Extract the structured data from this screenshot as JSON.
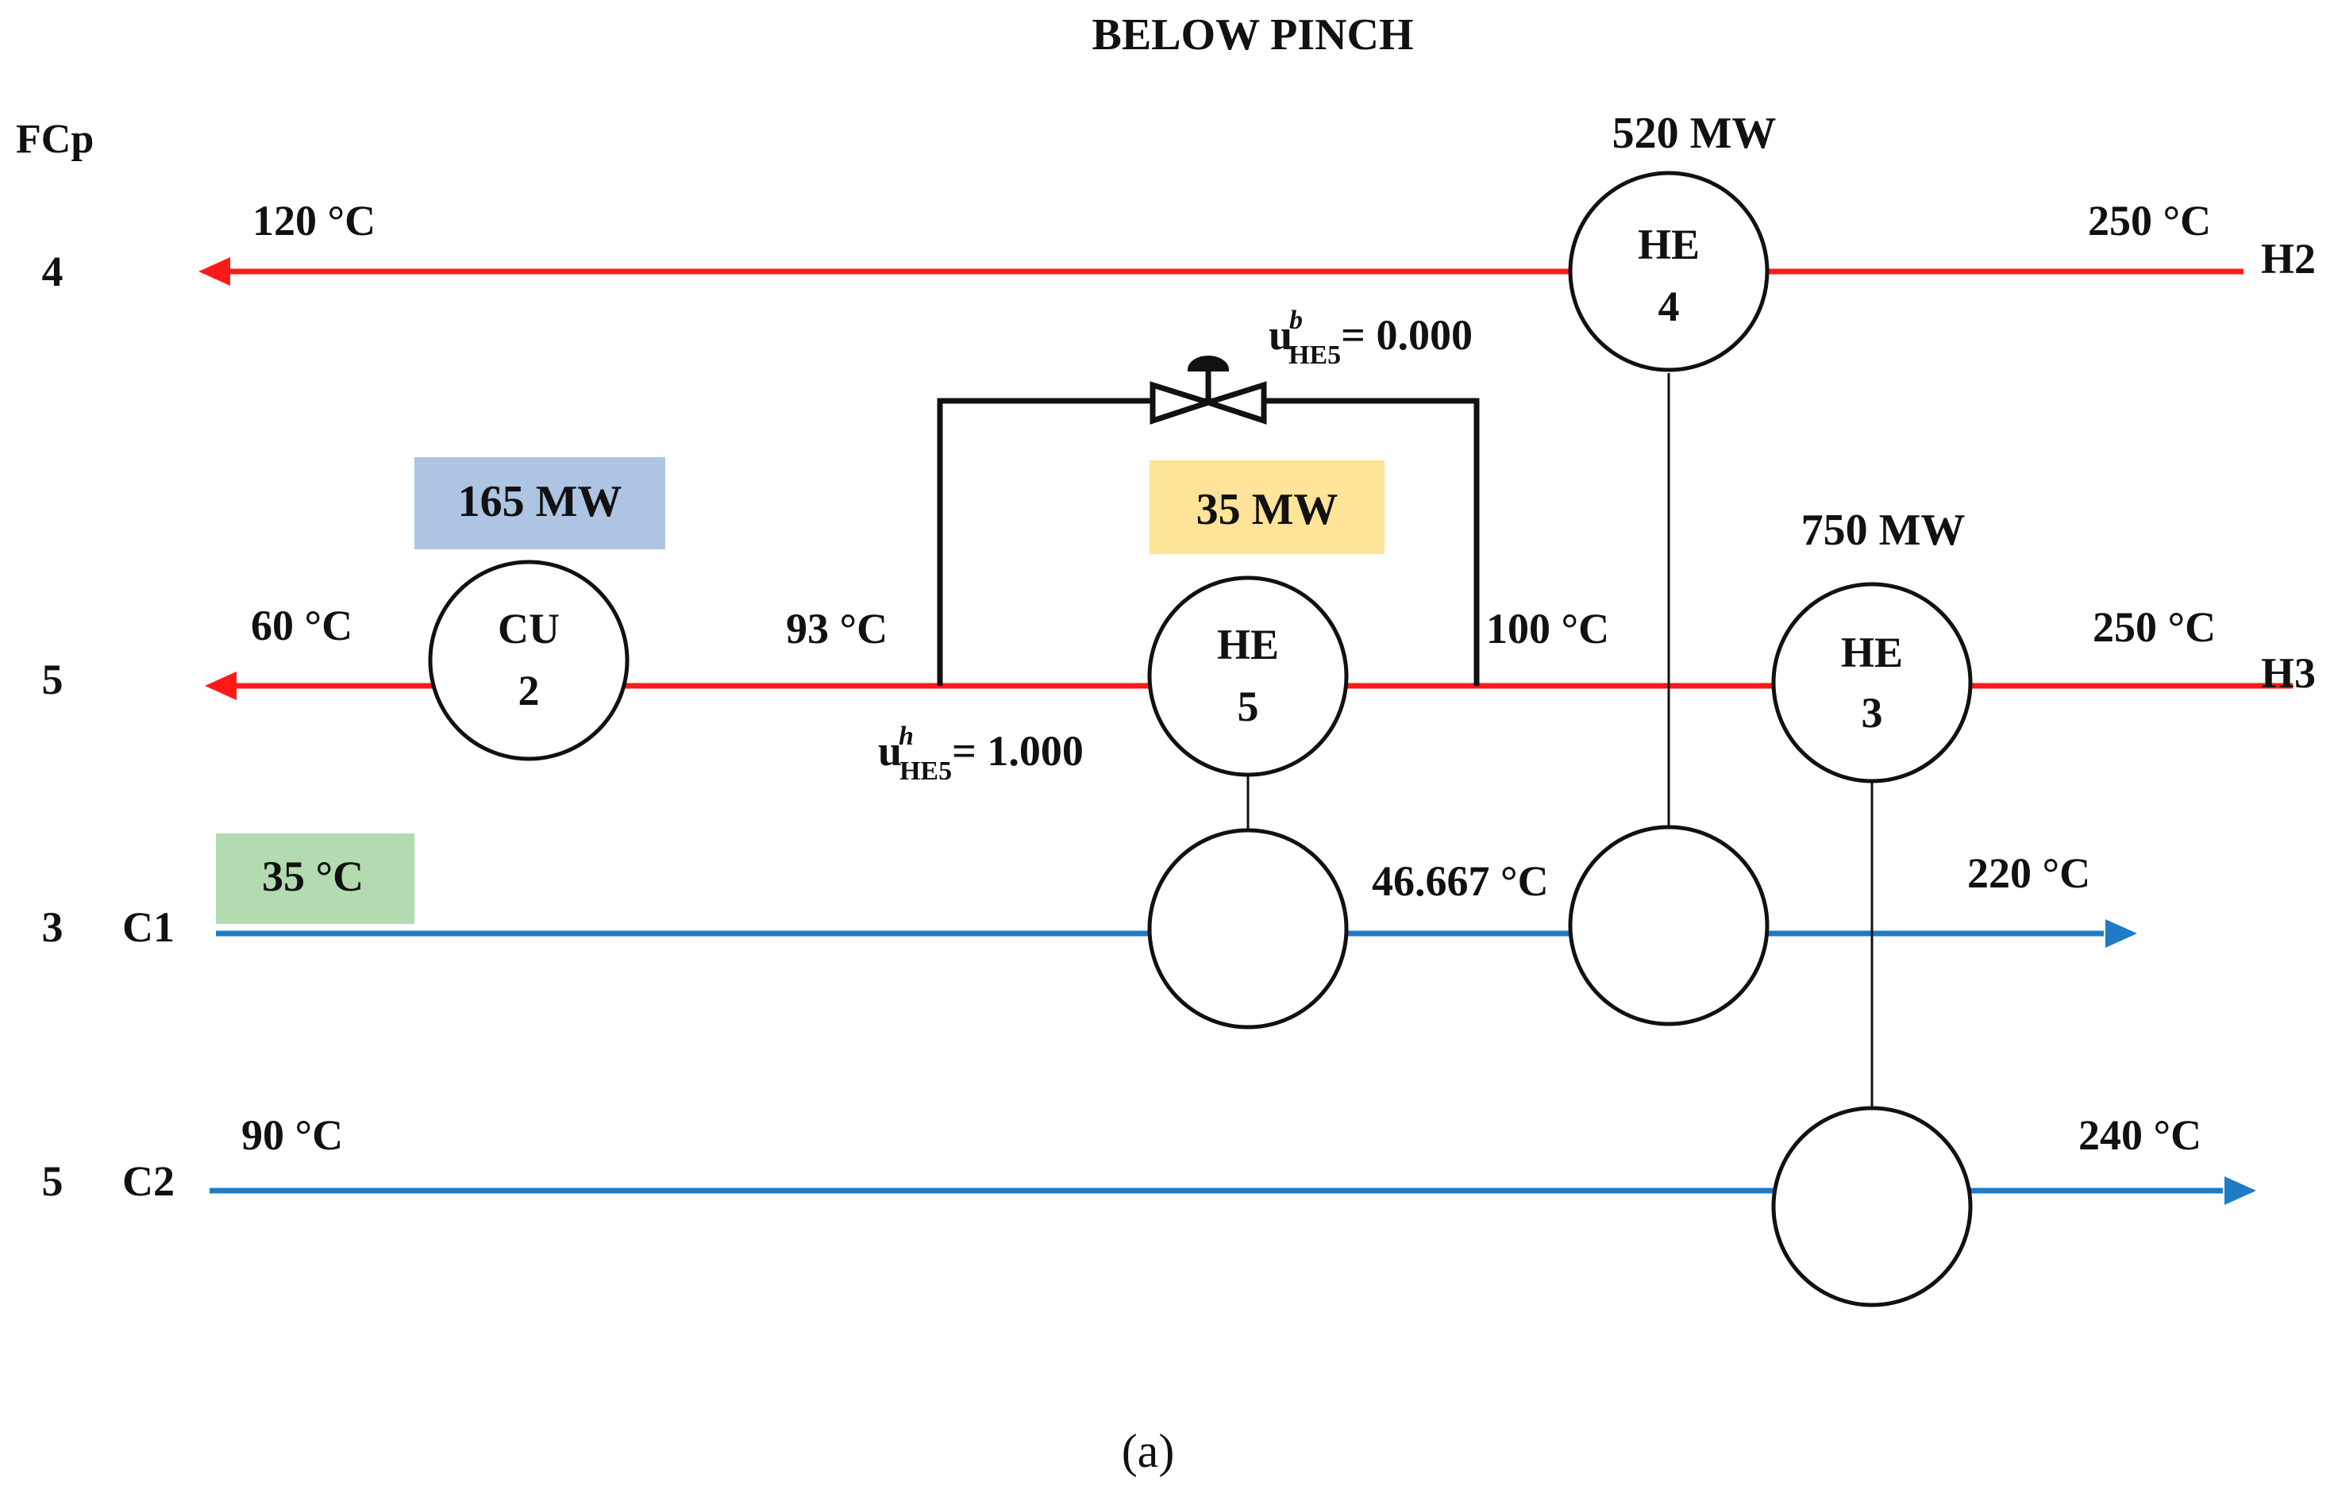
{
  "title": "BELOW PINCH",
  "caption": "(a)",
  "fcp_header": "FCp",
  "colors": {
    "hot_stream": "#ff1a1a",
    "cold_stream": "#1f7bc4",
    "bypass": "#111111",
    "box_blue": "#adc4e3",
    "box_yellow": "#ffe398",
    "box_green": "#b3dbb0"
  },
  "streams": [
    {
      "id": "H2",
      "name": "H2",
      "fcp": "4",
      "type": "hot",
      "t_in": "250 °C",
      "t_out": "120 °C"
    },
    {
      "id": "H3",
      "name": "H3",
      "fcp": "5",
      "type": "hot",
      "t_in": "250 °C",
      "t_out": "60 °C"
    },
    {
      "id": "C1",
      "name": "C1",
      "fcp": "3",
      "type": "cold",
      "t_in": "35 °C",
      "t_out": "220 °C"
    },
    {
      "id": "C2",
      "name": "C2",
      "fcp": "5",
      "type": "cold",
      "t_in": "90 °C",
      "t_out": "240 °C"
    }
  ],
  "intermediate_temps": {
    "h3_before_cu": "93 °C",
    "h3_after_he3": "100 °C",
    "c1_between": "46.667 °C"
  },
  "units": [
    {
      "id": "CU2",
      "line1": "CU",
      "line2": "2",
      "duty": "165 MW"
    },
    {
      "id": "HE5",
      "line1": "HE",
      "line2": "5",
      "duty": "35 MW"
    },
    {
      "id": "HE4",
      "line1": "HE",
      "line2": "4",
      "duty": "520 MW"
    },
    {
      "id": "HE3",
      "line1": "HE",
      "line2": "3",
      "duty": "750 MW"
    }
  ],
  "bypass": {
    "ub_base": "u",
    "ub_sup": "b",
    "ub_sub": "HE5",
    "ub_value": "= 0.000",
    "uh_base": "u",
    "uh_sup": "h",
    "uh_sub": "HE5",
    "uh_value": "= 1.000"
  }
}
